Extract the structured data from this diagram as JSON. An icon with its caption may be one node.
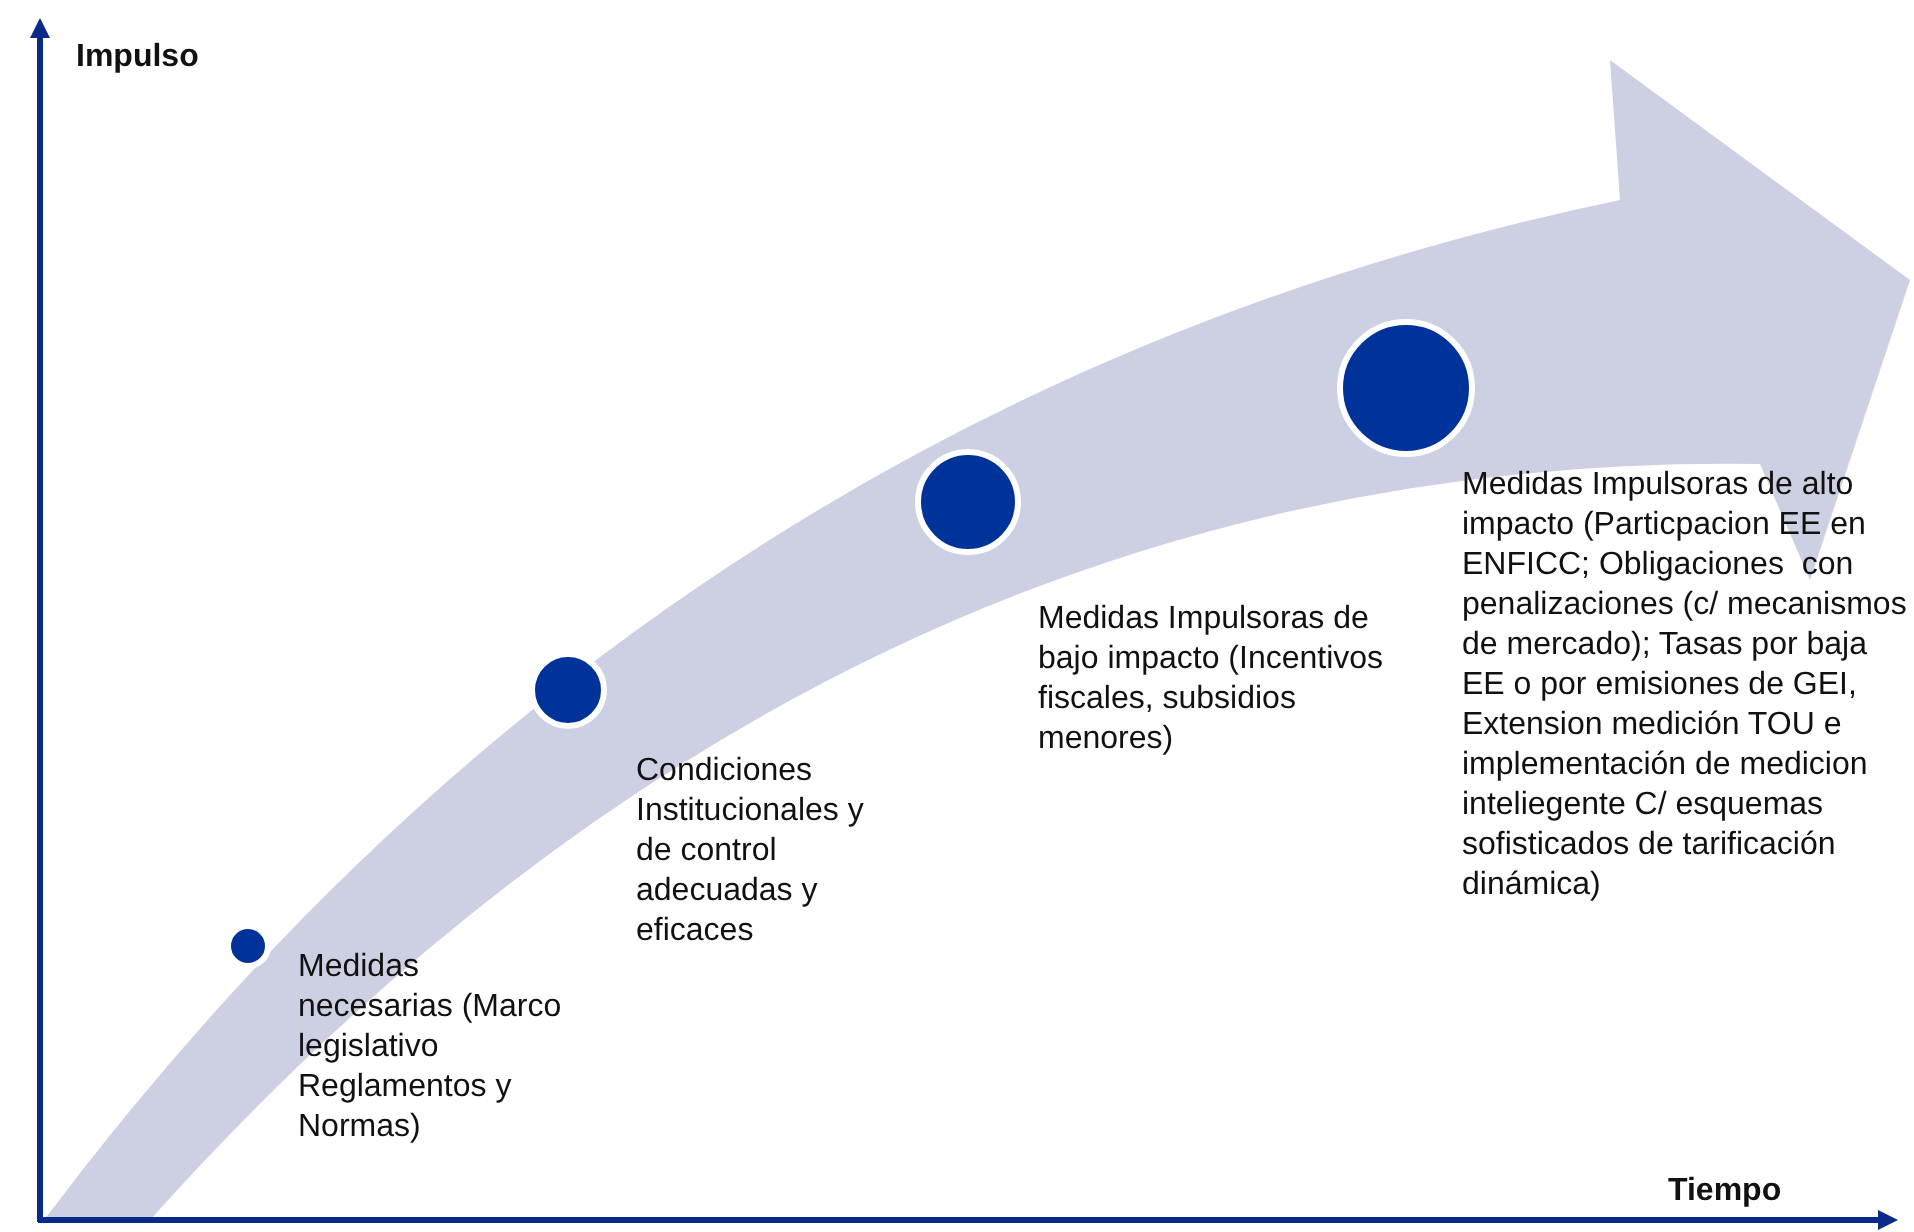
{
  "diagram": {
    "nodes": [
      {
        "text": [],
        "shape": "circle",
        "beside": [
          "Medidas necesarias (Marco legislativo Reglamentos y Normas)"
        ]
      },
      {
        "text": [],
        "shape": "circle",
        "beside": [
          "Condiciones Institucionales y de control adecuadas y eficaces"
        ]
      },
      {
        "text": [],
        "shape": "circle",
        "beside": [
          "Medidas Impulsoras de bajo impacto (Incentivos fiscales, subsidios menores)"
        ]
      },
      {
        "text": [],
        "shape": "circle",
        "beside": [
          "Medidas Impulsoras de alto impacto (Particpacion EE en ENFICC; Obligaciones  con penalizaciones (c/ mecanismos de mercado); Tasas por baja EE o por emisiones de GEI, Extension medición TOU e implementación de medicion inteliegente C/ esquemas sofisticados de tarificación dinámica)"
        ]
      }
    ],
    "labels": [
      "Impulso",
      "Tiempo"
    ]
  }
}
